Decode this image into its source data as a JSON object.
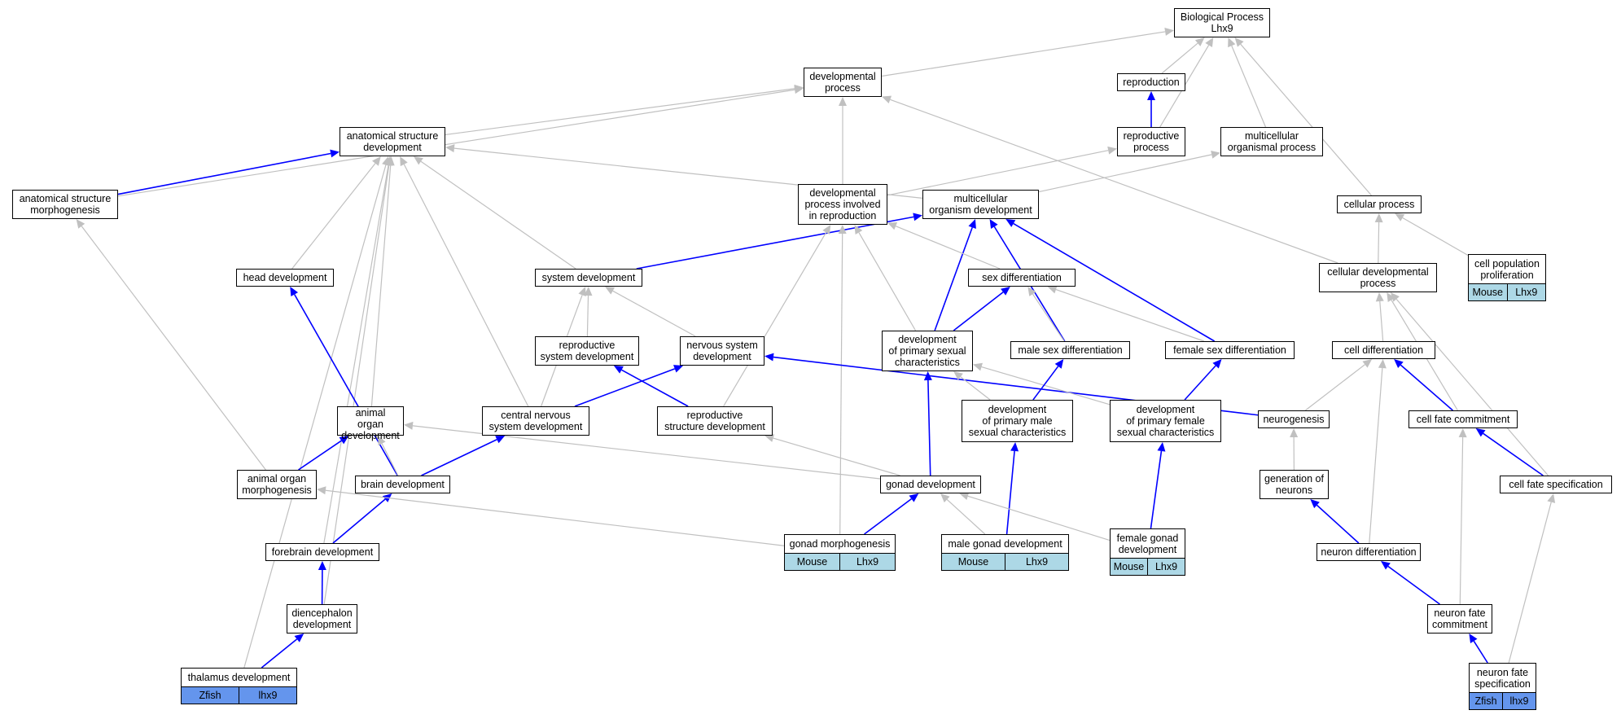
{
  "colors": {
    "mouse_tag": "#add8e6",
    "zfish_tag": "#6495ed",
    "gray_edge": "#c0c0c0",
    "blue_edge": "#0000ff"
  },
  "nodes": {
    "bp_root": {
      "label": "Biological Process\nLhx9"
    },
    "developmental_process": {
      "label": "developmental\nprocess"
    },
    "reproduction": {
      "label": "reproduction"
    },
    "anatomical_structure_development": {
      "label": "anatomical structure\ndevelopment"
    },
    "reproductive_process": {
      "label": "reproductive\nprocess"
    },
    "multicellular_organismal_process": {
      "label": "multicellular\norganismal process"
    },
    "anatomical_structure_morphogenesis": {
      "label": "anatomical structure\nmorphogenesis"
    },
    "dev_process_in_reproduction": {
      "label": "developmental\nprocess involved\nin reproduction"
    },
    "multicellular_organism_development": {
      "label": "multicellular\norganism development"
    },
    "cellular_process": {
      "label": "cellular process"
    },
    "head_development": {
      "label": "head development"
    },
    "system_development": {
      "label": "system development"
    },
    "sex_differentiation": {
      "label": "sex differentiation"
    },
    "cellular_developmental_process": {
      "label": "cellular developmental\nprocess"
    },
    "cell_population_proliferation": {
      "label": "cell population\nproliferation",
      "tags": [
        "Mouse",
        "Lhx9"
      ]
    },
    "reproductive_system_development": {
      "label": "reproductive\nsystem development"
    },
    "nervous_system_development": {
      "label": "nervous system\ndevelopment"
    },
    "dev_primary_sexual_characteristics": {
      "label": "development\nof primary sexual\ncharacteristics"
    },
    "male_sex_differentiation": {
      "label": "male sex differentiation"
    },
    "female_sex_differentiation": {
      "label": "female sex differentiation"
    },
    "cell_differentiation": {
      "label": "cell differentiation"
    },
    "animal_organ_development": {
      "label": "animal organ\ndevelopment"
    },
    "central_nervous_system_development": {
      "label": "central nervous\nsystem development"
    },
    "reproductive_structure_development": {
      "label": "reproductive\nstructure development"
    },
    "dev_primary_male_sexual_characteristics": {
      "label": "development\nof primary male\nsexual characteristics"
    },
    "dev_primary_female_sexual_characteristics": {
      "label": "development\nof primary female\nsexual characteristics"
    },
    "neurogenesis": {
      "label": "neurogenesis"
    },
    "cell_fate_commitment": {
      "label": "cell fate commitment"
    },
    "animal_organ_morphogenesis": {
      "label": "animal organ\nmorphogenesis"
    },
    "brain_development": {
      "label": "brain development"
    },
    "gonad_development": {
      "label": "gonad development"
    },
    "generation_of_neurons": {
      "label": "generation of\nneurons"
    },
    "cell_fate_specification": {
      "label": "cell fate specification"
    },
    "forebrain_development": {
      "label": "forebrain development"
    },
    "gonad_morphogenesis": {
      "label": "gonad morphogenesis",
      "tags": [
        "Mouse",
        "Lhx9"
      ]
    },
    "male_gonad_development": {
      "label": "male gonad development",
      "tags": [
        "Mouse",
        "Lhx9"
      ]
    },
    "female_gonad_development": {
      "label": "female gonad\ndevelopment",
      "tags": [
        "Mouse",
        "Lhx9"
      ]
    },
    "neuron_differentiation": {
      "label": "neuron differentiation"
    },
    "diencephalon_development": {
      "label": "diencephalon\ndevelopment"
    },
    "neuron_fate_commitment": {
      "label": "neuron fate\ncommitment"
    },
    "thalamus_development": {
      "label": "thalamus development",
      "tags": [
        "Zfish",
        "lhx9"
      ]
    },
    "neuron_fate_specification": {
      "label": "neuron fate\nspecification",
      "tags": [
        "Zfish",
        "lhx9"
      ]
    }
  },
  "edges": [
    {
      "from": "developmental_process",
      "to": "bp_root",
      "kind": "gray"
    },
    {
      "from": "reproduction",
      "to": "bp_root",
      "kind": "gray"
    },
    {
      "from": "reproductive_process",
      "to": "bp_root",
      "kind": "gray"
    },
    {
      "from": "multicellular_organismal_process",
      "to": "bp_root",
      "kind": "gray"
    },
    {
      "from": "cellular_process",
      "to": "bp_root",
      "kind": "gray"
    },
    {
      "from": "reproductive_process",
      "to": "reproduction",
      "kind": "blue"
    },
    {
      "from": "anatomical_structure_development",
      "to": "developmental_process",
      "kind": "gray"
    },
    {
      "from": "anatomical_structure_morphogenesis",
      "to": "developmental_process",
      "kind": "gray"
    },
    {
      "from": "dev_process_in_reproduction",
      "to": "developmental_process",
      "kind": "gray"
    },
    {
      "from": "cellular_developmental_process",
      "to": "developmental_process",
      "kind": "gray"
    },
    {
      "from": "multicellular_organism_development",
      "to": "anatomical_structure_development",
      "kind": "gray"
    },
    {
      "from": "anatomical_structure_morphogenesis",
      "to": "anatomical_structure_development",
      "kind": "blue"
    },
    {
      "from": "thalamus_development",
      "to": "anatomical_structure_development",
      "kind": "gray"
    },
    {
      "from": "forebrain_development",
      "to": "anatomical_structure_development",
      "kind": "gray"
    },
    {
      "from": "head_development",
      "to": "anatomical_structure_development",
      "kind": "gray"
    },
    {
      "from": "animal_organ_development",
      "to": "anatomical_structure_development",
      "kind": "gray"
    },
    {
      "from": "diencephalon_development",
      "to": "anatomical_structure_development",
      "kind": "gray"
    },
    {
      "from": "system_development",
      "to": "anatomical_structure_development",
      "kind": "gray"
    },
    {
      "from": "central_nervous_system_development",
      "to": "anatomical_structure_development",
      "kind": "gray"
    },
    {
      "from": "dev_process_in_reproduction",
      "to": "reproductive_process",
      "kind": "gray"
    },
    {
      "from": "multicellular_organism_development",
      "to": "multicellular_organismal_process",
      "kind": "gray"
    },
    {
      "from": "cellular_developmental_process",
      "to": "cellular_process",
      "kind": "gray"
    },
    {
      "from": "cell_population_proliferation",
      "to": "cellular_process",
      "kind": "gray"
    },
    {
      "from": "system_development",
      "to": "multicellular_organism_development",
      "kind": "blue"
    },
    {
      "from": "dev_primary_sexual_characteristics",
      "to": "multicellular_organism_development",
      "kind": "blue"
    },
    {
      "from": "male_sex_differentiation",
      "to": "multicellular_organism_development",
      "kind": "blue"
    },
    {
      "from": "female_sex_differentiation",
      "to": "multicellular_organism_development",
      "kind": "blue"
    },
    {
      "from": "sex_differentiation",
      "to": "dev_process_in_reproduction",
      "kind": "gray"
    },
    {
      "from": "dev_primary_sexual_characteristics",
      "to": "dev_process_in_reproduction",
      "kind": "gray"
    },
    {
      "from": "gonad_morphogenesis",
      "to": "dev_process_in_reproduction",
      "kind": "gray"
    },
    {
      "from": "reproductive_structure_development",
      "to": "dev_process_in_reproduction",
      "kind": "gray"
    },
    {
      "from": "dev_primary_sexual_characteristics",
      "to": "sex_differentiation",
      "kind": "blue"
    },
    {
      "from": "male_sex_differentiation",
      "to": "sex_differentiation",
      "kind": "gray"
    },
    {
      "from": "female_sex_differentiation",
      "to": "sex_differentiation",
      "kind": "gray"
    },
    {
      "from": "brain_development",
      "to": "head_development",
      "kind": "blue"
    },
    {
      "from": "reproductive_system_development",
      "to": "system_development",
      "kind": "gray"
    },
    {
      "from": "nervous_system_development",
      "to": "system_development",
      "kind": "gray"
    },
    {
      "from": "central_nervous_system_development",
      "to": "system_development",
      "kind": "gray"
    },
    {
      "from": "reproductive_structure_development",
      "to": "reproductive_system_development",
      "kind": "blue"
    },
    {
      "from": "central_nervous_system_development",
      "to": "nervous_system_development",
      "kind": "blue"
    },
    {
      "from": "neurogenesis",
      "to": "nervous_system_development",
      "kind": "blue"
    },
    {
      "from": "gonad_development",
      "to": "dev_primary_sexual_characteristics",
      "kind": "blue"
    },
    {
      "from": "dev_primary_male_sexual_characteristics",
      "to": "dev_primary_sexual_characteristics",
      "kind": "gray"
    },
    {
      "from": "dev_primary_female_sexual_characteristics",
      "to": "dev_primary_sexual_characteristics",
      "kind": "gray"
    },
    {
      "from": "dev_primary_male_sexual_characteristics",
      "to": "male_sex_differentiation",
      "kind": "blue"
    },
    {
      "from": "dev_primary_female_sexual_characteristics",
      "to": "female_sex_differentiation",
      "kind": "blue"
    },
    {
      "from": "male_gonad_development",
      "to": "dev_primary_male_sexual_characteristics",
      "kind": "blue"
    },
    {
      "from": "female_gonad_development",
      "to": "dev_primary_female_sexual_characteristics",
      "kind": "blue"
    },
    {
      "from": "cell_differentiation",
      "to": "cellular_developmental_process",
      "kind": "gray"
    },
    {
      "from": "cell_fate_commitment",
      "to": "cellular_developmental_process",
      "kind": "gray"
    },
    {
      "from": "cell_fate_specification",
      "to": "cellular_developmental_process",
      "kind": "gray"
    },
    {
      "from": "neurogenesis",
      "to": "cell_differentiation",
      "kind": "gray"
    },
    {
      "from": "cell_fate_commitment",
      "to": "cell_differentiation",
      "kind": "blue"
    },
    {
      "from": "neuron_differentiation",
      "to": "cell_differentiation",
      "kind": "gray"
    },
    {
      "from": "animal_organ_morphogenesis",
      "to": "animal_organ_development",
      "kind": "blue"
    },
    {
      "from": "brain_development",
      "to": "animal_organ_development",
      "kind": "gray"
    },
    {
      "from": "gonad_development",
      "to": "animal_organ_development",
      "kind": "gray"
    },
    {
      "from": "brain_development",
      "to": "central_nervous_system_development",
      "kind": "blue"
    },
    {
      "from": "gonad_development",
      "to": "reproductive_structure_development",
      "kind": "gray"
    },
    {
      "from": "animal_organ_morphogenesis",
      "to": "anatomical_structure_morphogenesis",
      "kind": "gray"
    },
    {
      "from": "generation_of_neurons",
      "to": "neurogenesis",
      "kind": "gray"
    },
    {
      "from": "cell_fate_specification",
      "to": "cell_fate_commitment",
      "kind": "blue"
    },
    {
      "from": "neuron_fate_commitment",
      "to": "cell_fate_commitment",
      "kind": "gray"
    },
    {
      "from": "forebrain_development",
      "to": "brain_development",
      "kind": "blue"
    },
    {
      "from": "gonad_morphogenesis",
      "to": "gonad_development",
      "kind": "blue"
    },
    {
      "from": "male_gonad_development",
      "to": "gonad_development",
      "kind": "gray"
    },
    {
      "from": "female_gonad_development",
      "to": "gonad_development",
      "kind": "gray"
    },
    {
      "from": "gonad_morphogenesis",
      "to": "animal_organ_morphogenesis",
      "kind": "gray"
    },
    {
      "from": "neuron_differentiation",
      "to": "generation_of_neurons",
      "kind": "blue"
    },
    {
      "from": "neuron_fate_specification",
      "to": "cell_fate_specification",
      "kind": "gray"
    },
    {
      "from": "diencephalon_development",
      "to": "forebrain_development",
      "kind": "blue"
    },
    {
      "from": "neuron_fate_commitment",
      "to": "neuron_differentiation",
      "kind": "blue"
    },
    {
      "from": "thalamus_development",
      "to": "diencephalon_development",
      "kind": "blue"
    },
    {
      "from": "neuron_fate_specification",
      "to": "neuron_fate_commitment",
      "kind": "blue"
    }
  ]
}
